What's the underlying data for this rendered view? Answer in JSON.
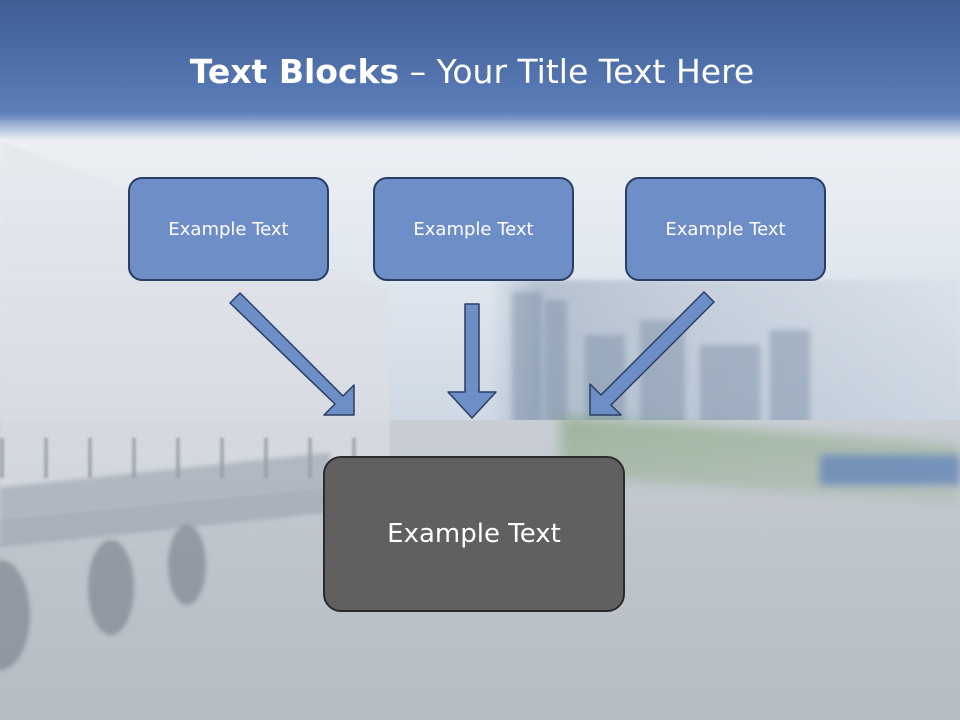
{
  "title": {
    "bold": "Text Blocks",
    "rest": " – Your Title Text Here"
  },
  "boxes": {
    "top_left": "Example Text",
    "top_center": "Example Text",
    "top_right": "Example Text",
    "bottom": "Example Text"
  },
  "colors": {
    "title_band": "#4e6fa8",
    "box_fill": "#6d8ec7",
    "box_border": "#2a3e63",
    "bottom_box_fill": "#606060",
    "arrow_fill": "#6d8ec7"
  }
}
